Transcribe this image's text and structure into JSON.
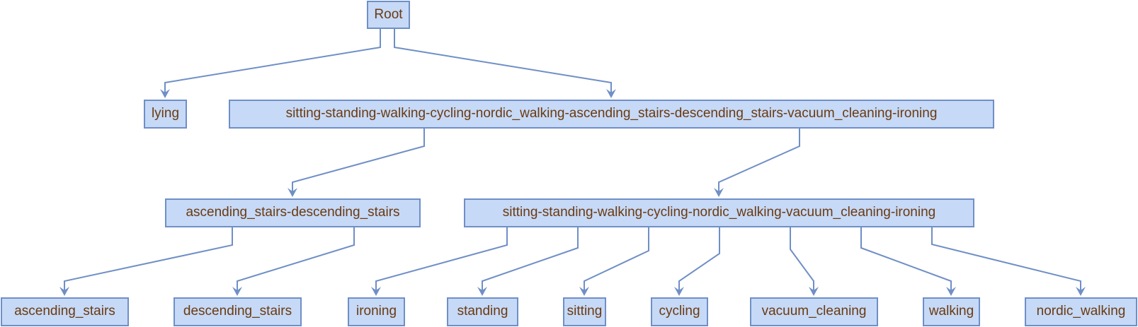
{
  "diagram": {
    "type": "tree",
    "colors": {
      "node_fill": "#c6d9f7",
      "node_border": "#6f8fc6",
      "node_text": "#6b3a10",
      "edge": "#6f8fc6"
    },
    "nodes": {
      "root": "Root",
      "lying": "lying",
      "active": "sitting-standing-walking-cycling-nordic_walking-ascending_stairs-descending_stairs-vacuum_cleaning-ironing",
      "stairs": "ascending_stairs-descending_stairs",
      "general": "sitting-standing-walking-cycling-nordic_walking-vacuum_cleaning-ironing",
      "ascending_stairs": "ascending_stairs",
      "descending_stairs": "descending_stairs",
      "ironing": "ironing",
      "standing": "standing",
      "sitting": "sitting",
      "cycling": "cycling",
      "vacuum_cleaning": "vacuum_cleaning",
      "walking": "walking",
      "nordic_walking": "nordic_walking"
    },
    "edges": [
      [
        "root",
        "lying"
      ],
      [
        "root",
        "active"
      ],
      [
        "active",
        "stairs"
      ],
      [
        "active",
        "general"
      ],
      [
        "stairs",
        "ascending_stairs"
      ],
      [
        "stairs",
        "descending_stairs"
      ],
      [
        "general",
        "ironing"
      ],
      [
        "general",
        "standing"
      ],
      [
        "general",
        "sitting"
      ],
      [
        "general",
        "cycling"
      ],
      [
        "general",
        "vacuum_cleaning"
      ],
      [
        "general",
        "walking"
      ],
      [
        "general",
        "nordic_walking"
      ]
    ]
  }
}
